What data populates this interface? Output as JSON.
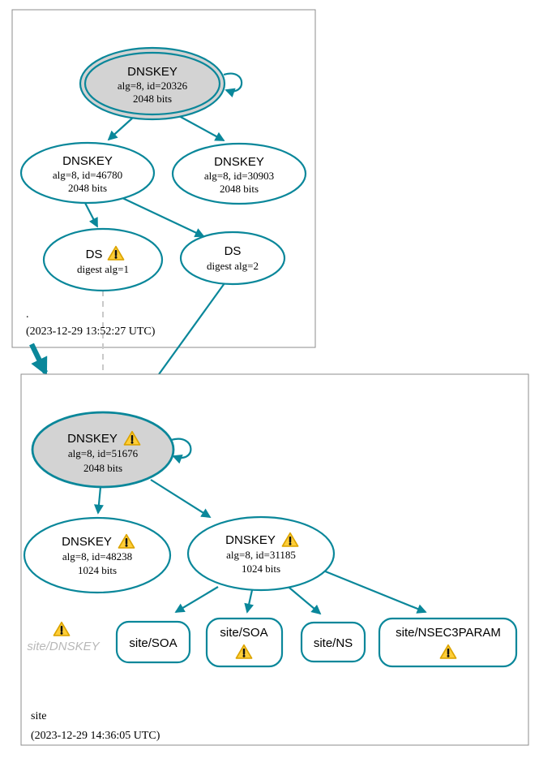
{
  "colors": {
    "secure": "#0a879a",
    "node_fill_gray": "#d3d3d3",
    "edge_dashed": "#c9c9c9",
    "box_border": "#8c8c8c",
    "warning_fill": "#ffce38",
    "warning_border": "#dca400",
    "ghost_text": "#b8b8b8",
    "text": "#000000"
  },
  "zones": {
    "root": {
      "label": ".",
      "timestamp": "(2023-12-29 13:52:27 UTC)",
      "nodes": {
        "ksk": {
          "title": "DNSKEY",
          "detail1": "alg=8, id=20326",
          "detail2": "2048 bits"
        },
        "zsk1": {
          "title": "DNSKEY",
          "detail1": "alg=8, id=46780",
          "detail2": "2048 bits"
        },
        "zsk2": {
          "title": "DNSKEY",
          "detail1": "alg=8, id=30903",
          "detail2": "2048 bits"
        },
        "ds1": {
          "title": "DS",
          "detail1": "digest alg=1",
          "warning": "true"
        },
        "ds2": {
          "title": "DS",
          "detail1": "digest alg=2"
        }
      }
    },
    "site": {
      "label": "site",
      "timestamp": "(2023-12-29 14:36:05 UTC)",
      "nodes": {
        "ksk": {
          "title": "DNSKEY",
          "detail1": "alg=8, id=51676",
          "detail2": "2048 bits",
          "warning": "true"
        },
        "zsk1": {
          "title": "DNSKEY",
          "detail1": "alg=8, id=48238",
          "detail2": "1024 bits",
          "warning": "true"
        },
        "zsk2": {
          "title": "DNSKEY",
          "detail1": "alg=8, id=31185",
          "detail2": "1024 bits",
          "warning": "true"
        },
        "ghost_rrset": {
          "label": "site/DNSKEY",
          "warning": "true"
        },
        "rrset_soa1": {
          "label": "site/SOA"
        },
        "rrset_soa2": {
          "label": "site/SOA",
          "warning": "true"
        },
        "rrset_ns": {
          "label": "site/NS"
        },
        "rrset_nsec3param": {
          "label": "site/NSEC3PARAM",
          "warning": "true"
        }
      }
    }
  }
}
